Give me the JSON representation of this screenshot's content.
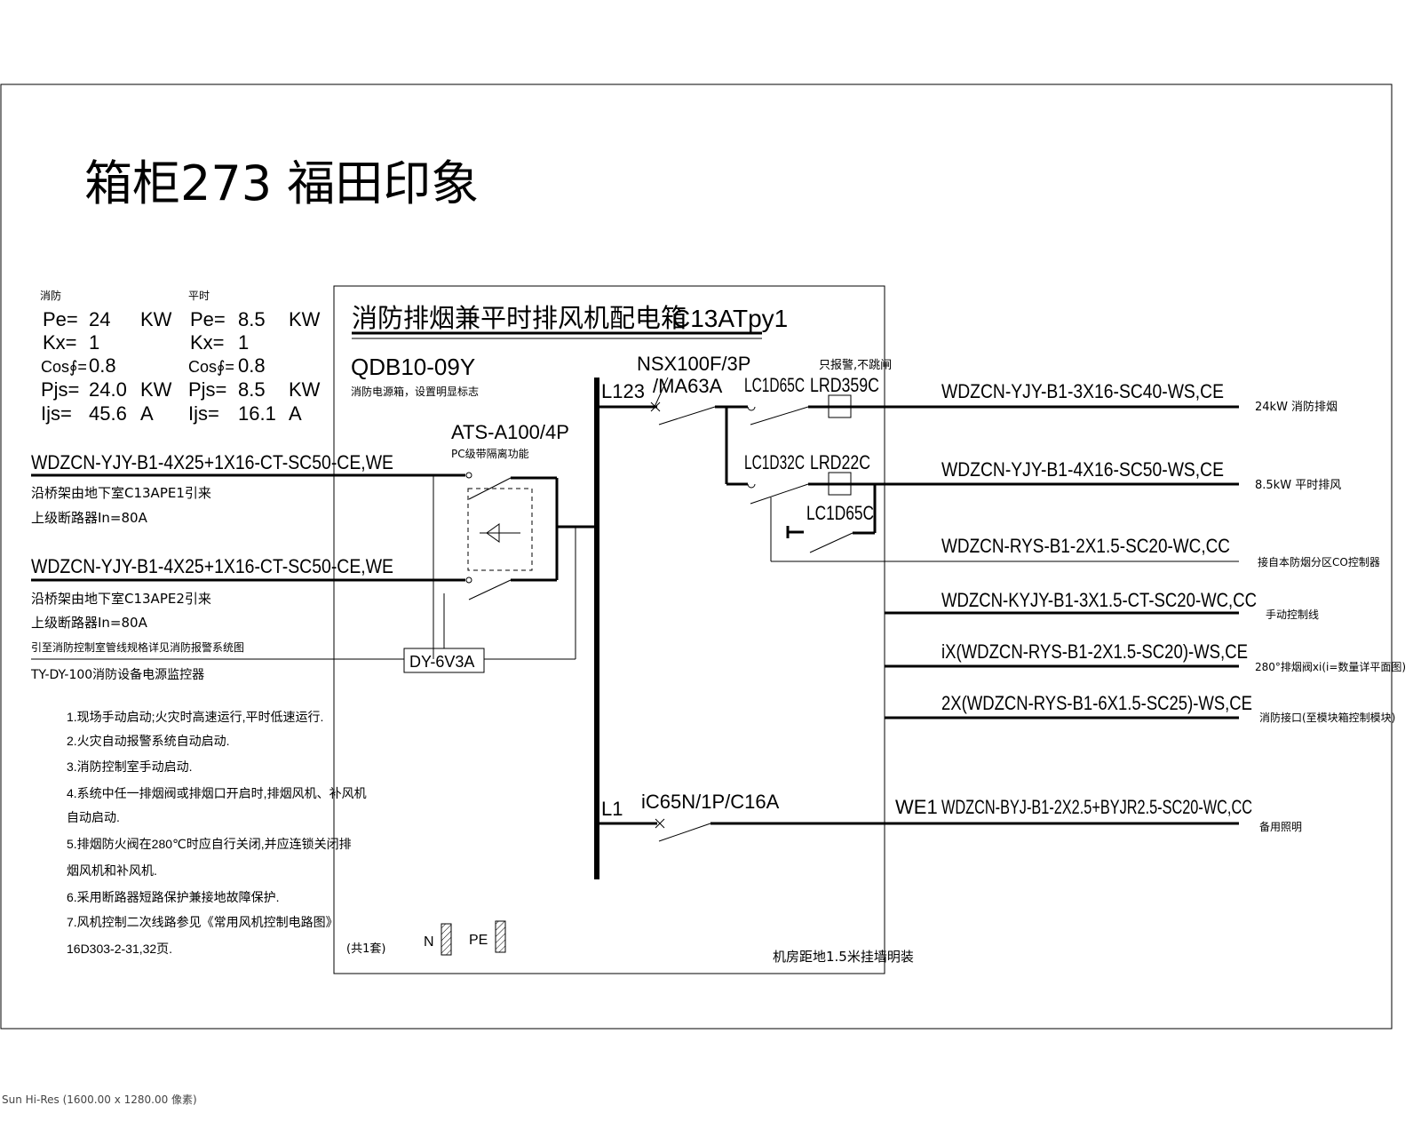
{
  "title": "箱柜273 福田印象",
  "params": {
    "fire": {
      "heading": "消防",
      "pe": [
        "Pe=",
        "24",
        "KW"
      ],
      "kx": [
        "Kx=",
        "1"
      ],
      "cos": [
        "Cos∮=",
        "0.8"
      ],
      "pjs": [
        "Pjs=",
        "24.0",
        "KW"
      ],
      "ijs": [
        "Ijs=",
        "45.6",
        "A"
      ]
    },
    "normal": {
      "heading": "平时",
      "pe": [
        "Pe=",
        "8.5",
        "KW"
      ],
      "kx": [
        "Kx=",
        "1"
      ],
      "cos": [
        "Cos∮=",
        "0.8"
      ],
      "pjs": [
        "Pjs=",
        "8.5",
        "KW"
      ],
      "ijs": [
        "Ijs=",
        "16.1",
        "A"
      ]
    }
  },
  "incoming": [
    {
      "cable": "WDZCN-YJY-B1-4X25+1X16-CT-SC50-CE,WE",
      "note1": "沿桥架由地下室C13APE1引来",
      "note2": "上级断路器In=80A"
    },
    {
      "cable": "WDZCN-YJY-B1-4X25+1X16-CT-SC50-CE,WE",
      "note1": "沿桥架由地下室C13APE2引来",
      "note2": "上级断路器In=80A"
    }
  ],
  "monitor_note": "引至消防控制室管线规格详见消防报警系统图",
  "monitor_device": "TY-DY-100消防设备电源监控器",
  "box": {
    "title": "消防排烟兼平时排风机配电箱",
    "code": "C13ATpy1",
    "model": "QDB10-09Y",
    "model_note": "消防电源箱，设置明显标志",
    "ats": "ATS-A100/4P",
    "ats_note": "PC级带隔离功能",
    "dy": "DY-6V3A",
    "bus_l123": "L123",
    "bus_l1": "L1",
    "breaker1_a": "NSX100F/3P",
    "breaker1_b": "/MA63A",
    "contactor1": "LC1D65C",
    "relay1": "LRD359C",
    "relay1_note": "只报警,不跳闸",
    "contactor2": "LC1D32C",
    "relay2": "LRD22C",
    "contactor3": "LC1D65C",
    "breaker2": "iC65N/1P/C16A",
    "sets": "(共1套)",
    "n": "N",
    "pe": "PE",
    "install": "机房距地1.5米挂墙明装"
  },
  "outgoing": [
    {
      "cable": "WDZCN-YJY-B1-3X16-SC40-WS,CE",
      "desc": "24kW    消防排烟"
    },
    {
      "cable": "WDZCN-YJY-B1-4X16-SC50-WS,CE",
      "desc": "8.5kW   平时排风"
    },
    {
      "cable": "WDZCN-RYS-B1-2X1.5-SC20-WC,CC",
      "desc": "接自本防烟分区CO控制器"
    },
    {
      "cable": "WDZCN-KYJY-B1-3X1.5-CT-SC20-WC,CC",
      "desc": "手动控制线"
    },
    {
      "cable": "iX(WDZCN-RYS-B1-2X1.5-SC20)-WS,CE",
      "desc": "280°排烟阀xi(i=数量详平面图)"
    },
    {
      "cable": "2X(WDZCN-RYS-B1-6X1.5-SC25)-WS,CE",
      "desc": "消防接口(至模块箱控制模块)"
    },
    {
      "circuit": "WE1",
      "cable": "WDZCN-BYJ-B1-2X2.5+BYJR2.5-SC20-WC,CC",
      "desc": "备用照明"
    }
  ],
  "notes": [
    "1.现场手动启动;火灾时高速运行,平时低速运行.",
    "2.火灾自动报警系统自动启动.",
    "3.消防控制室手动启动.",
    "4.系统中任一排烟阀或排烟口开启时,排烟风机、补风机",
    "自动启动.",
    "5.排烟防火阀在280℃时应自行关闭,并应连锁关闭排",
    "烟风机和补风机.",
    "6.采用断路器短路保护兼接地故障保护.",
    "7.风机控制二次线路参见《常用风机控制电路图》",
    "16D303-2-31,32页."
  ],
  "footer": "Sun Hi-Res (1600.00 x 1280.00 像素)"
}
